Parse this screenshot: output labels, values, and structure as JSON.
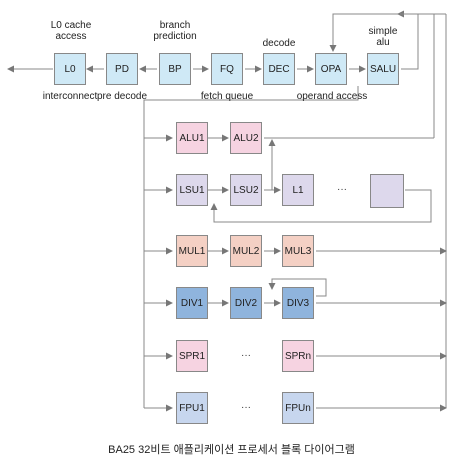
{
  "pipeline": [
    {
      "id": "L0",
      "label": "L0"
    },
    {
      "id": "PD",
      "label": "PD"
    },
    {
      "id": "BP",
      "label": "BP"
    },
    {
      "id": "FQ",
      "label": "FQ"
    },
    {
      "id": "DEC",
      "label": "DEC"
    },
    {
      "id": "OPA",
      "label": "OPA"
    },
    {
      "id": "SALU",
      "label": "SALU"
    }
  ],
  "top_labels": {
    "l0_line1": "L0 cache",
    "l0_line2": "access",
    "bp_line1": "branch",
    "bp_line2": "prediction",
    "dec": "decode",
    "salu_line1": "simple",
    "salu_line2": "alu"
  },
  "bottom_labels": {
    "l0": "interconnect",
    "pd": "pre decode",
    "fq": "fetch queue",
    "opa": "operand access"
  },
  "units": {
    "alu": [
      "ALU1",
      "ALU2"
    ],
    "lsu": [
      "LSU1",
      "LSU2",
      "L1"
    ],
    "lsu_dots": "···",
    "mul": [
      "MUL1",
      "MUL2",
      "MUL3"
    ],
    "div": [
      "DIV1",
      "DIV2",
      "DIV3"
    ],
    "spr": [
      "SPR1",
      "SPRn"
    ],
    "spr_dots": "···",
    "fpu": [
      "FPU1",
      "FPUn"
    ],
    "fpu_dots": "···"
  },
  "caption": "BA25 32비트 애플리케이션 프로세서 블록 다이어그램"
}
